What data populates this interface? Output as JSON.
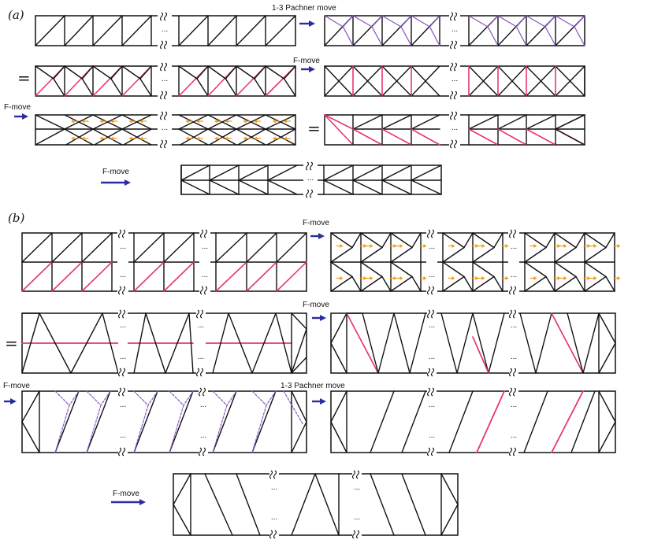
{
  "panels": {
    "a": "(a)",
    "b": "(b)"
  },
  "labels": {
    "pachner": "1-3 Pachner move",
    "fmove": "F-move",
    "equals": "=",
    "dots": "..."
  },
  "colors": {
    "line": "#111111",
    "pink": "#e8357a",
    "purple": "#8a58c4",
    "orange": "#f39a1e",
    "arrow": "#2a2e9c"
  }
}
